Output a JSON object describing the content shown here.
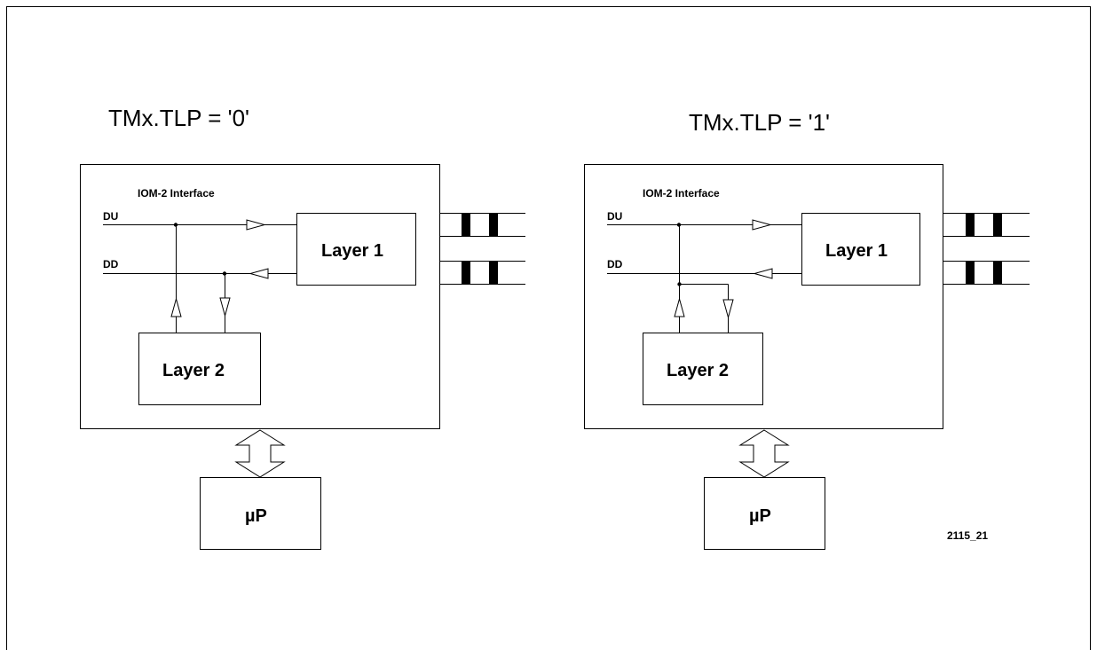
{
  "left_panel": {
    "title": "TMx.TLP = '0'",
    "interface_label": "IOM-2 Interface",
    "signal_du": "DU",
    "signal_dd": "DD",
    "layer1": "Layer 1",
    "layer2": "Layer 2",
    "processor": "µP"
  },
  "right_panel": {
    "title": "TMx.TLP = '1'",
    "interface_label": "IOM-2 Interface",
    "signal_du": "DU",
    "signal_dd": "DD",
    "layer1": "Layer 1",
    "layer2": "Layer 2",
    "processor": "µP"
  },
  "figure_id": "2115_21"
}
